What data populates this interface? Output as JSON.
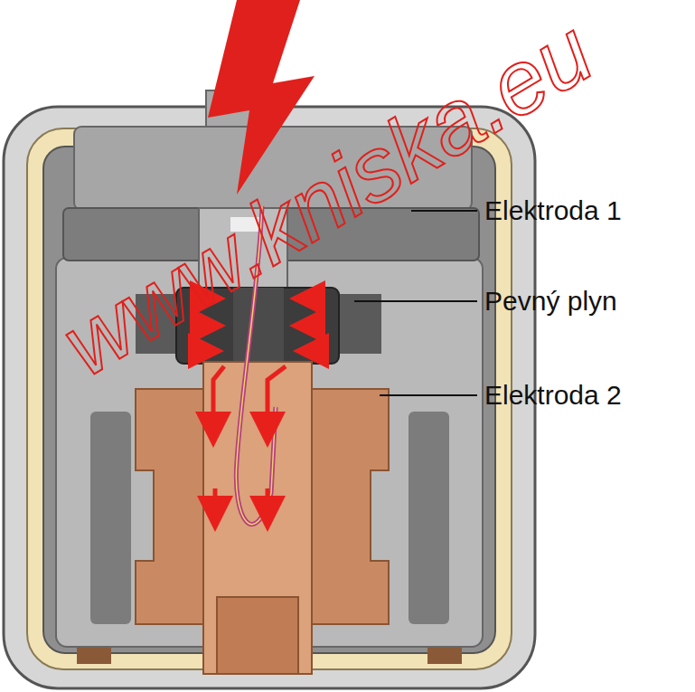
{
  "diagram": {
    "labels": [
      "Elektroda 1",
      "Pevný plyn",
      "Elektroda 2",
      "www.kniska.eu"
    ]
  }
}
